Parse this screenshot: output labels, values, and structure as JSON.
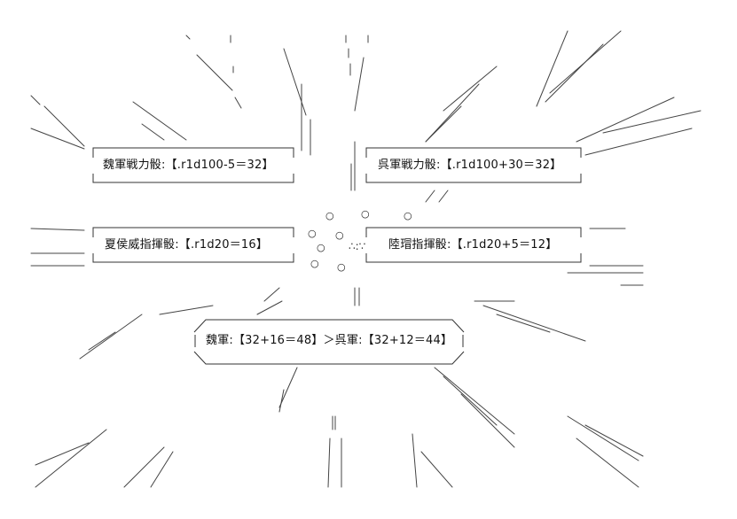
{
  "panels": {
    "wei_attack": "魏軍戦力骰:【.r1d100-5＝32】",
    "wu_attack": "呉軍戦力骰:【.r1d100+30＝32】",
    "xiahou_command": "夏侯威指揮骰:【.r1d20＝16】",
    "lu_command": "陸瑁指揮骰:【.r1d20+5＝12】",
    "result": "魏軍:【32+16＝48】＞呉軍:【32+12＝44】"
  },
  "center_glyph": "∴:∵",
  "stroke_color": "#333333"
}
